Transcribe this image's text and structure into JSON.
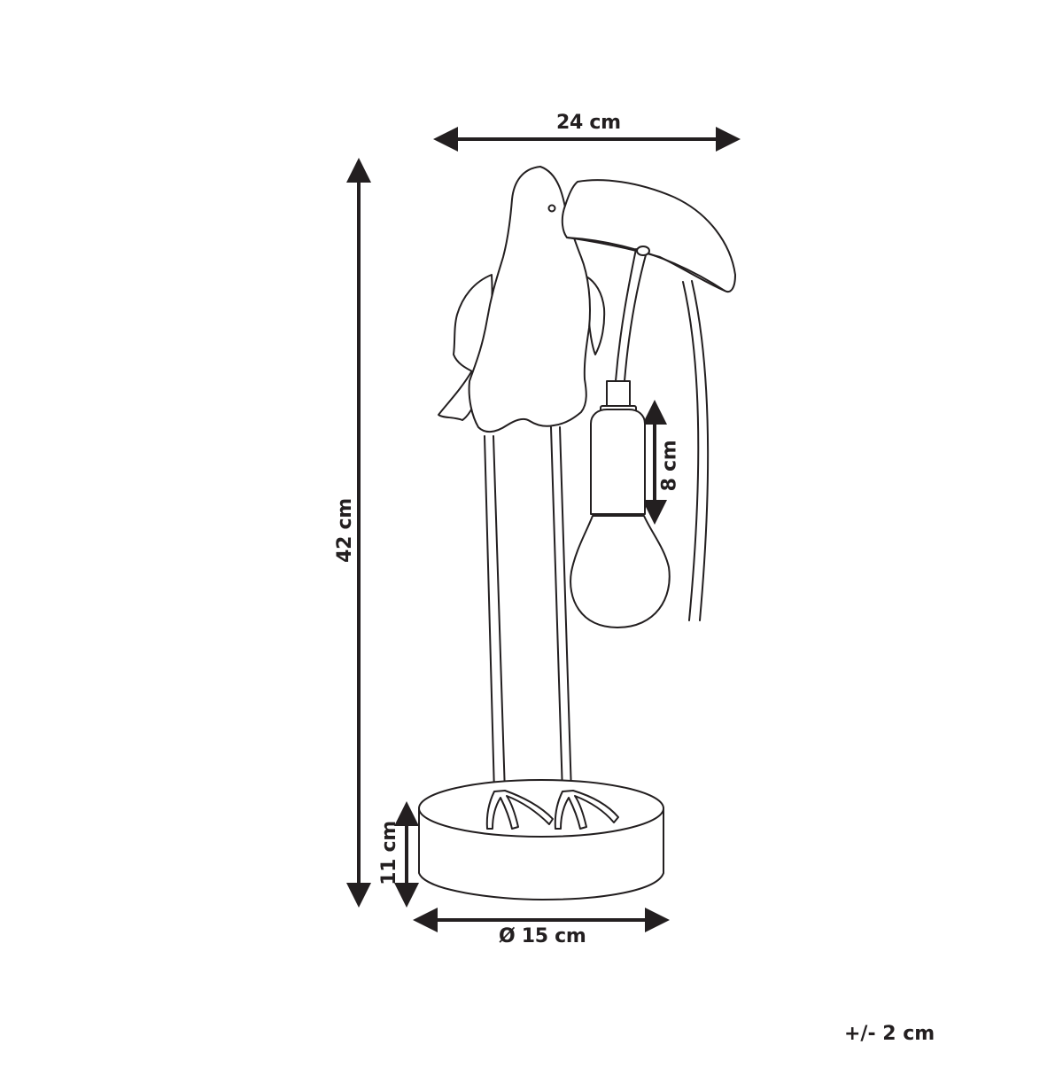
{
  "diagram": {
    "subject": "Toucan table lamp with hanging bulb",
    "line_color": "#231f20",
    "background": "#ffffff"
  },
  "dimensions": {
    "width": {
      "label": "24 cm",
      "orientation": "horizontal",
      "refers_to": "overall width"
    },
    "height": {
      "label": "42 cm",
      "orientation": "vertical",
      "refers_to": "overall height"
    },
    "socket_height": {
      "label": "8 cm",
      "orientation": "vertical",
      "refers_to": "bulb socket"
    },
    "base_height": {
      "label": "11 cm",
      "orientation": "vertical",
      "refers_to": "base height"
    },
    "base_diameter": {
      "label": "Ø 15 cm",
      "orientation": "horizontal",
      "refers_to": "base diameter"
    }
  },
  "tolerance": {
    "label": "+/- 2 cm"
  }
}
